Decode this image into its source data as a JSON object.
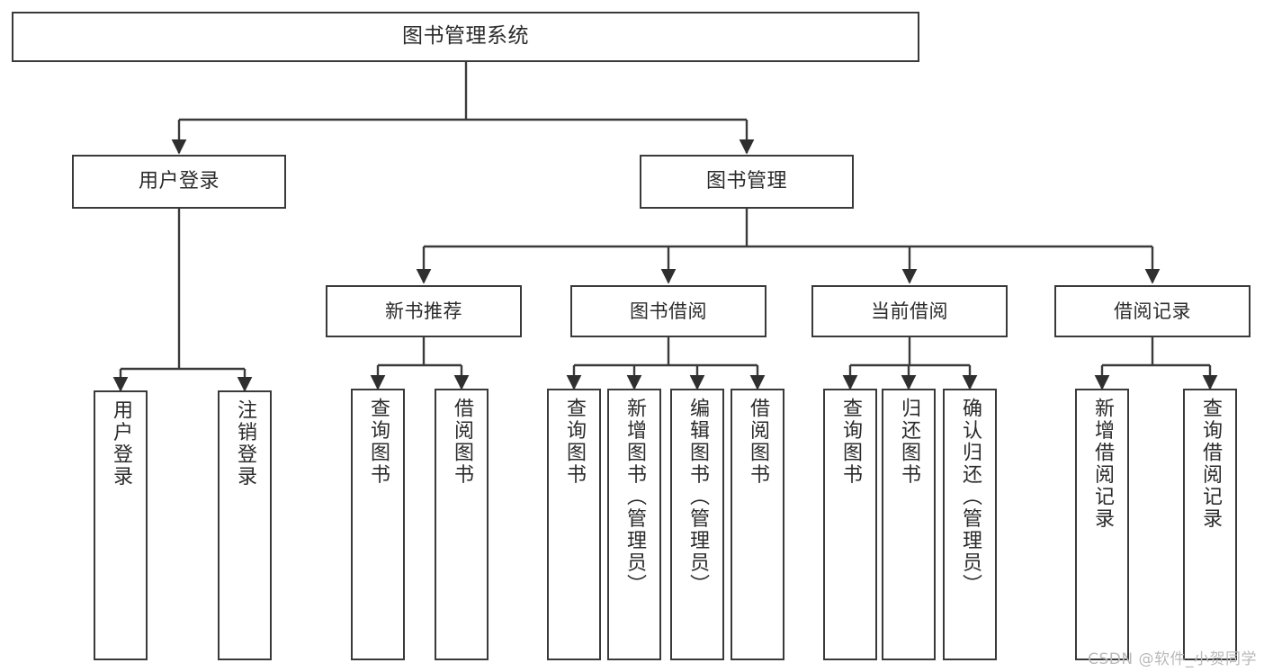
{
  "diagram": {
    "title": "图书管理系统",
    "watermark": "CSDN @软件_小贺同学",
    "line_color": "#3a3a3a",
    "box_fill": "#ffffff",
    "text_color": "#2b2b2b",
    "nodes": {
      "root": {
        "label": "图书管理系统"
      },
      "user_login": {
        "label": "用户登录"
      },
      "book_manage": {
        "label": "图书管理"
      },
      "new_book_rec": {
        "label": "新书推荐"
      },
      "book_borrow": {
        "label": "图书借阅"
      },
      "current_borrow": {
        "label": "当前借阅"
      },
      "borrow_record": {
        "label": "借阅记录"
      },
      "leaf_user_login": {
        "label": "用户登录"
      },
      "leaf_logout": {
        "label": "注销登录"
      },
      "leaf_query_book_1": {
        "label": "查询图书"
      },
      "leaf_borrow_book_1": {
        "label": "借阅图书"
      },
      "leaf_query_book_2": {
        "label": "查询图书"
      },
      "leaf_add_book": {
        "label": "新增图书（管理员）"
      },
      "leaf_edit_book": {
        "label": "编辑图书（管理员）"
      },
      "leaf_borrow_book_2": {
        "label": "借阅图书"
      },
      "leaf_query_book_3": {
        "label": "查询图书"
      },
      "leaf_return_book": {
        "label": "归还图书"
      },
      "leaf_confirm_return": {
        "label": "确认归还（管理员）"
      },
      "leaf_add_record": {
        "label": "新增借阅记录"
      },
      "leaf_query_record": {
        "label": "查询借阅记录"
      }
    }
  }
}
